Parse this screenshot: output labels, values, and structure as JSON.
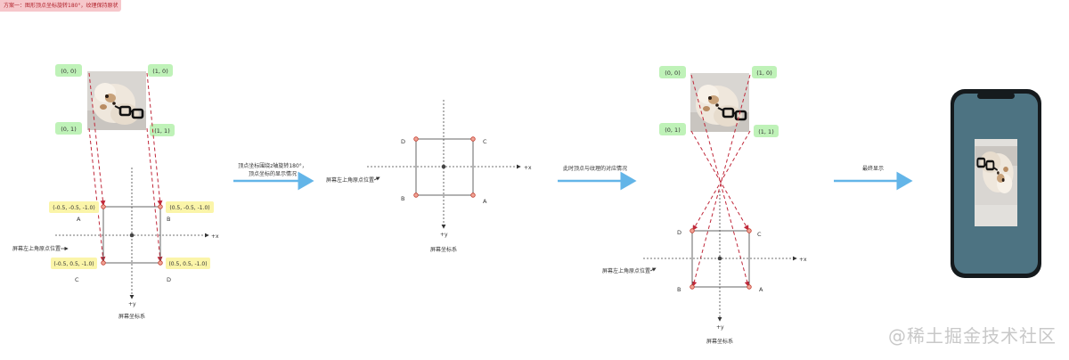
{
  "title_tag": "方案一：图形顶点坐标旋转180°，纹理保持原状",
  "watermark": "@稀土掘金技术社区",
  "colors": {
    "texture_coord_bg": "#bff2b8",
    "vertex_coord_bg": "#fbf5a9",
    "dashed_line": "#c0283a",
    "arrow": "#63b5e8",
    "point_fill": "#f0a496",
    "point_stroke": "#c23a2c",
    "phone_body": "#151a1d",
    "phone_screen": "#4d7382"
  },
  "panel1": {
    "texture_coords": {
      "tl": "(0, 0)",
      "tr": "(1, 0)",
      "bl": "(0, 1)",
      "br": "(1, 1)"
    },
    "vertex_coords": {
      "tl": "(-0.5, -0.5, -1.0)",
      "tr": "(0.5, -0.5, -1.0)",
      "bl": "(-0.5, 0.5, -1.0)",
      "br": "(0.5, 0.5, -1.0)"
    },
    "letters": {
      "tl": "A",
      "tr": "B",
      "bl": "C",
      "br": "D"
    },
    "origin_label": "屏幕左上角原点位置",
    "x_label": "+x",
    "y_label": "+y",
    "system_label": "屏幕坐标系"
  },
  "arrow1_label": [
    "顶点坐标围绕z轴旋转180°，",
    "顶点坐标的显示情况"
  ],
  "panel2": {
    "letters": {
      "tl": "D",
      "tr": "C",
      "bl": "B",
      "br": "A"
    },
    "origin_label": "屏幕左上角原点位置",
    "x_label": "+x",
    "y_label": "+y",
    "system_label": "屏幕坐标系"
  },
  "arrow2_label": "此时顶点与纹理的对应情况",
  "panel3": {
    "texture_coords": {
      "tl": "(0, 0)",
      "tr": "(1, 0)",
      "bl": "(0, 1)",
      "br": "(1, 1)"
    },
    "letters": {
      "tl": "D",
      "tr": "C",
      "bl": "B",
      "br": "A"
    },
    "origin_label": "屏幕左上角原点位置",
    "x_label": "+x",
    "y_label": "+y",
    "system_label": "屏幕坐标系"
  },
  "arrow3_label": "最终显示"
}
